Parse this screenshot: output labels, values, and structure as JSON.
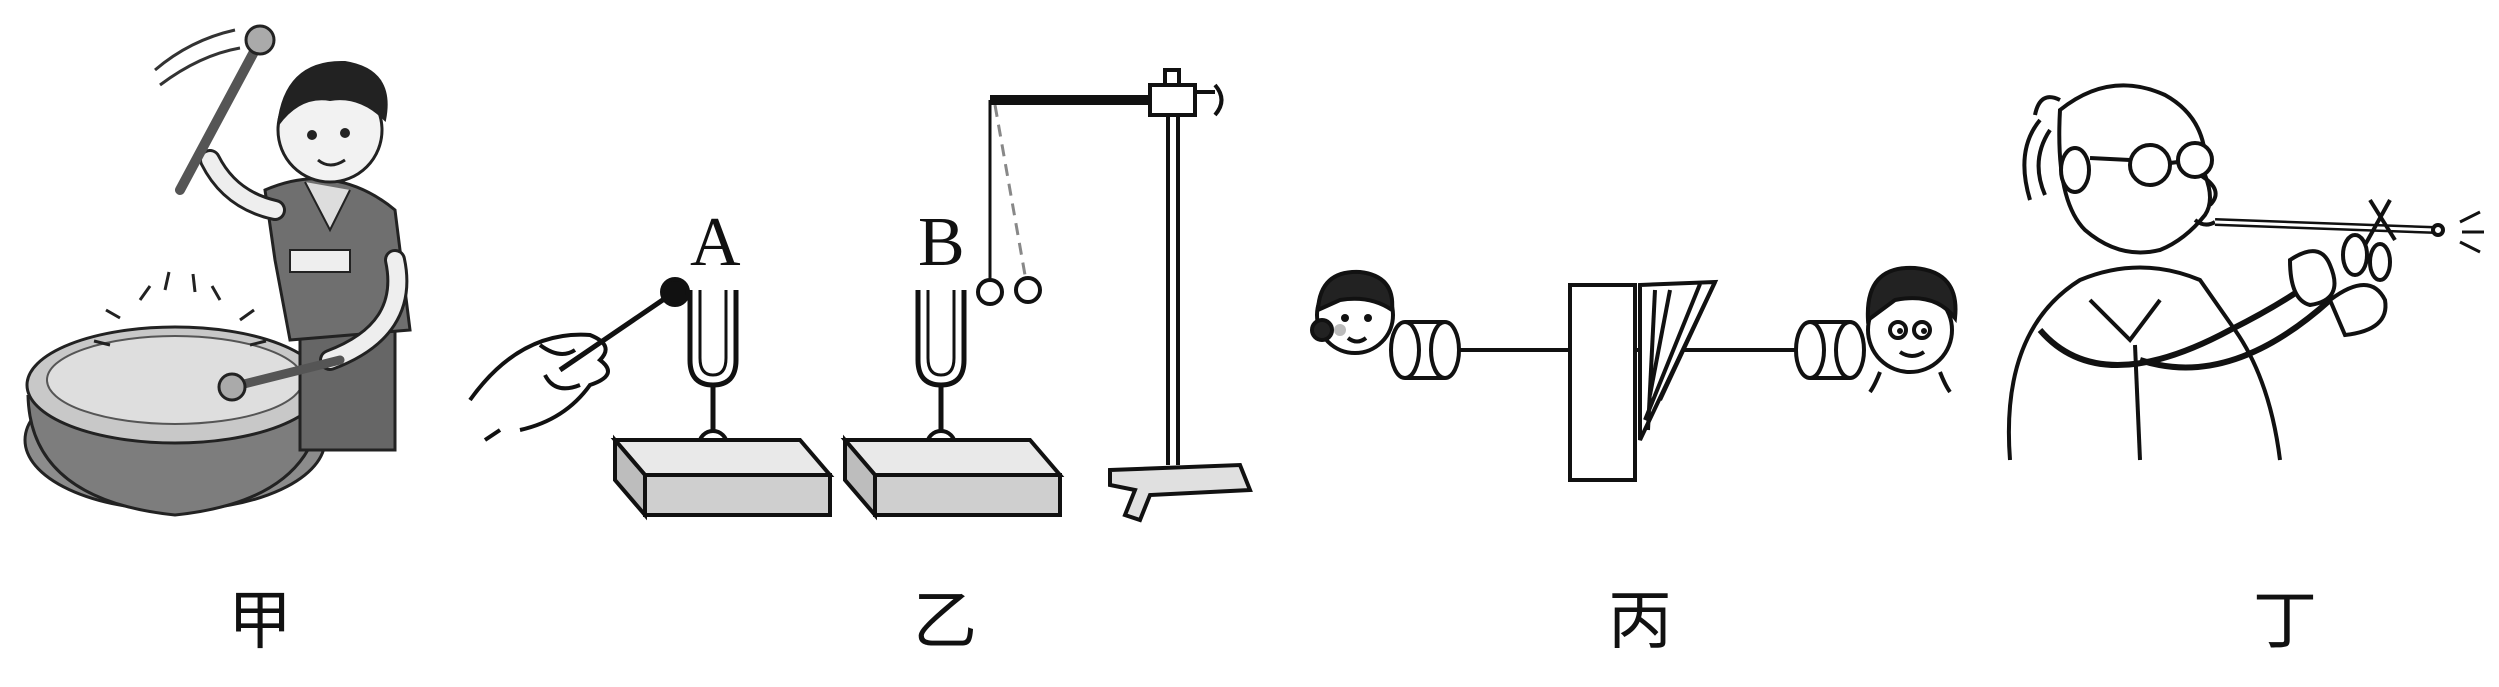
{
  "panels": {
    "jia": {
      "label": "甲"
    },
    "yi": {
      "label": "乙",
      "fork_a": "A",
      "fork_b": "B"
    },
    "bing": {
      "label": "丙"
    },
    "ding": {
      "label": "丁"
    }
  },
  "icons": [
    "drummer-boy-illustration",
    "tuning-fork-apparatus",
    "string-telephone-illustration",
    "man-playing-straw-whistle-illustration"
  ],
  "colors": {
    "stroke": "#111111",
    "block_fill": "#cfcfcf",
    "drum_fill": "#9a9a9a",
    "shirt_fill": "#6f6f6f"
  }
}
